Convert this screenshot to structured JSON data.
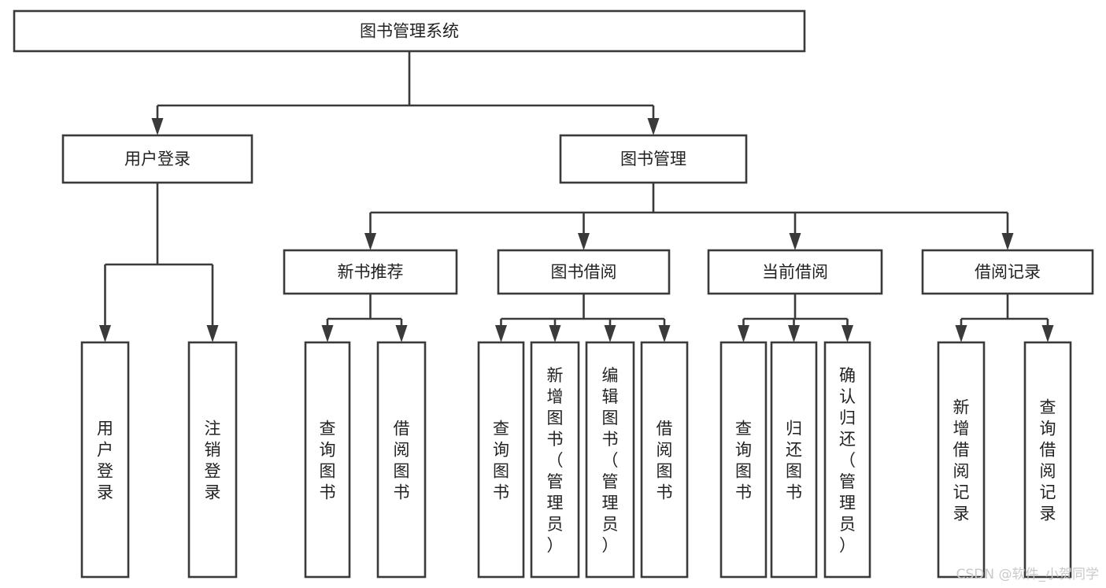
{
  "diagram": {
    "title": "图书管理系统",
    "type": "tree-hierarchy-chart",
    "orientation": "top-down",
    "colors": {
      "box_stroke": "#3a3a3a",
      "box_fill": "#ffffff",
      "connector": "#3a3a3a",
      "text": "#222222",
      "background": "#ffffff",
      "watermark": "#c9c9c9"
    }
  },
  "nodes": {
    "root": {
      "label": "图书管理系统",
      "level": 0,
      "orientation": "horizontal"
    },
    "level1": [
      {
        "id": "user-login",
        "label": "用户登录",
        "orientation": "horizontal"
      },
      {
        "id": "book-management",
        "label": "图书管理",
        "orientation": "horizontal"
      }
    ],
    "level2": [
      {
        "id": "new-book-recommend",
        "label": "新书推荐",
        "orientation": "horizontal"
      },
      {
        "id": "book-borrow",
        "label": "图书借阅",
        "orientation": "horizontal"
      },
      {
        "id": "current-borrow",
        "label": "当前借阅",
        "orientation": "horizontal"
      },
      {
        "id": "borrow-record",
        "label": "借阅记录",
        "orientation": "horizontal"
      }
    ],
    "leaves": {
      "user-login": [
        {
          "id": "leaf-user-login",
          "label": "用户登录",
          "orientation": "vertical"
        },
        {
          "id": "leaf-logout-login",
          "label": "注销登录",
          "orientation": "vertical"
        }
      ],
      "new-book-recommend": [
        {
          "id": "leaf-query-book-1",
          "label": "查询图书",
          "orientation": "vertical"
        },
        {
          "id": "leaf-borrow-book-1",
          "label": "借阅图书",
          "orientation": "vertical"
        }
      ],
      "book-borrow": [
        {
          "id": "leaf-query-book-2",
          "label": "查询图书",
          "orientation": "vertical"
        },
        {
          "id": "leaf-add-book",
          "label": "新增图书（管理员）",
          "orientation": "vertical"
        },
        {
          "id": "leaf-edit-book",
          "label": "编辑图书（管理员）",
          "orientation": "vertical"
        },
        {
          "id": "leaf-borrow-book-2",
          "label": "借阅图书",
          "orientation": "vertical"
        }
      ],
      "current-borrow": [
        {
          "id": "leaf-query-book-3",
          "label": "查询图书",
          "orientation": "vertical"
        },
        {
          "id": "leaf-return-book",
          "label": "归还图书",
          "orientation": "vertical"
        },
        {
          "id": "leaf-confirm-return",
          "label": "确认归还（管理员）",
          "orientation": "vertical"
        }
      ],
      "borrow-record": [
        {
          "id": "leaf-add-record",
          "label": "新增借阅记录",
          "orientation": "vertical"
        },
        {
          "id": "leaf-query-record",
          "label": "查询借阅记录",
          "orientation": "vertical"
        }
      ]
    }
  },
  "watermark": {
    "text": "CSDN @软件_小贺同学"
  }
}
